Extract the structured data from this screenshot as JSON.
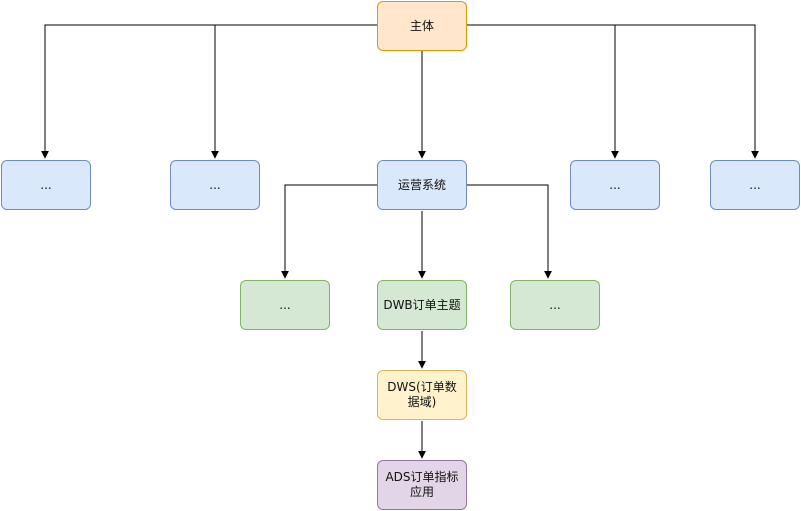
{
  "nodes": {
    "root": "主体",
    "ops": "运营系统",
    "blue_1": "...",
    "blue_2": "...",
    "blue_3": "...",
    "blue_4": "...",
    "green_left": "...",
    "dwb": "DWB订单主题",
    "green_right": "...",
    "dws": "DWS(订单数据域)",
    "ads": "ADS订单指标应用"
  },
  "colors": {
    "orange_fill": "#ffe6cc",
    "blue_fill": "#dae8fc",
    "green_fill": "#d5e8d4",
    "yellow_fill": "#fff2cc",
    "purple_fill": "#e1d5e7",
    "edge": "#000000"
  }
}
